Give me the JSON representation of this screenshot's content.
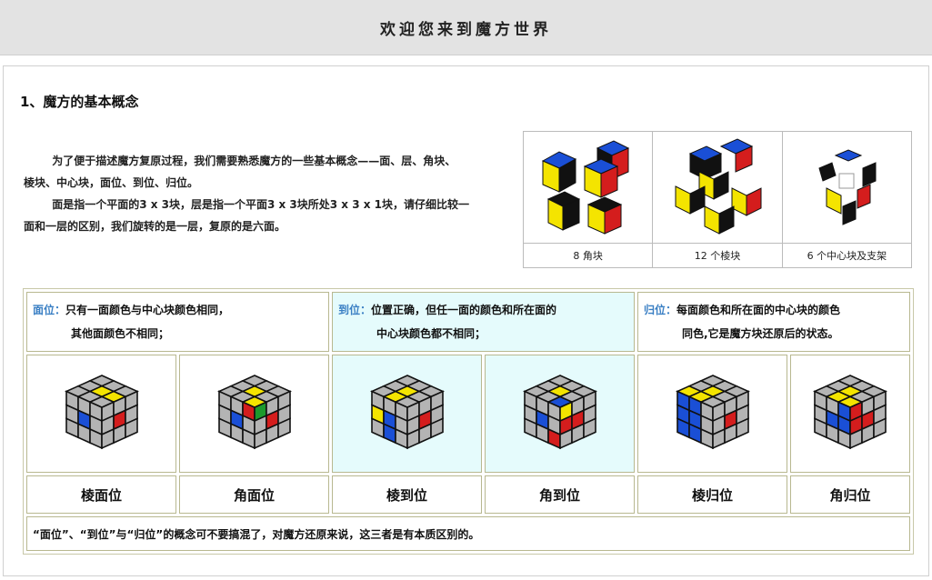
{
  "header": {
    "title": "欢迎您来到魔方世界"
  },
  "section": {
    "title": "1、魔方的基本概念",
    "para1_line1": "为了便于描述魔方复原过程，我们需要熟悉魔方的一些基本概念——面、层、角块、",
    "para1_line2": "棱块、中心块，面位、到位、归位。",
    "para2_line1": "面是指一个平面的3 x 3块，层是指一个平面3 x 3块所处3 x 3 x 1块，请仔细比较一",
    "para2_line2": "面和一层的区别，我们旋转的是一层，复原的是六面。"
  },
  "gallery": [
    {
      "caption": "8 角块"
    },
    {
      "caption": "12 个棱块"
    },
    {
      "caption": "6 个中心块及支架"
    }
  ],
  "concepts": [
    {
      "term": "面位：",
      "line1": "只有一面颜色与中心块颜色相同，",
      "line2": "其他面颜色不相同；"
    },
    {
      "term": "到位：",
      "line1": "位置正确，但任一面的颜色和所在面的",
      "line2": "中心块颜色都不相同；"
    },
    {
      "term": "归位：",
      "line1": "每面颜色和所在面的中心块的颜色",
      "line2": "同色,它是魔方块还原后的状态。"
    }
  ],
  "labels": [
    "棱面位",
    "角面位",
    "棱到位",
    "角到位",
    "棱归位",
    "角归位"
  ],
  "note": "“面位”、“到位”与“归位”的概念可不要搞混了，对魔方还原来说，这三者是有本质区别的。",
  "colors": {
    "yellow": "#f4e400",
    "blue": "#1a4fd6",
    "red": "#d41d1d",
    "green": "#1c9a2c",
    "gray": "#b4b4b4",
    "black": "#111111",
    "accent": "#3a7fc4"
  }
}
